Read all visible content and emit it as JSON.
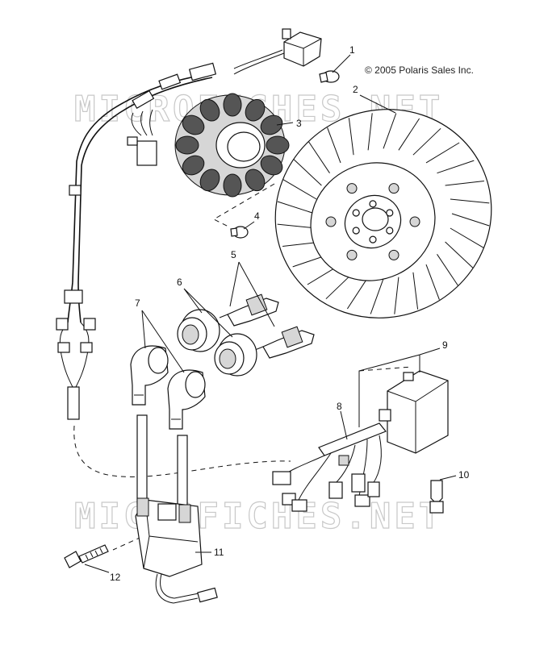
{
  "copyright": "© 2005 Polaris Sales Inc.",
  "watermark": "MICROFICHES.NET",
  "callouts": [
    {
      "id": "1",
      "label": "1"
    },
    {
      "id": "2",
      "label": "2"
    },
    {
      "id": "3",
      "label": "3"
    },
    {
      "id": "4",
      "label": "4"
    },
    {
      "id": "5",
      "label": "5"
    },
    {
      "id": "6",
      "label": "6"
    },
    {
      "id": "7",
      "label": "7"
    },
    {
      "id": "8",
      "label": "8"
    },
    {
      "id": "9",
      "label": "9"
    },
    {
      "id": "10",
      "label": "10"
    },
    {
      "id": "11",
      "label": "11"
    },
    {
      "id": "12",
      "label": "12"
    }
  ],
  "colors": {
    "line": "#111111",
    "shade": "#d6d6d6",
    "watermark": "#c8c8c8"
  }
}
